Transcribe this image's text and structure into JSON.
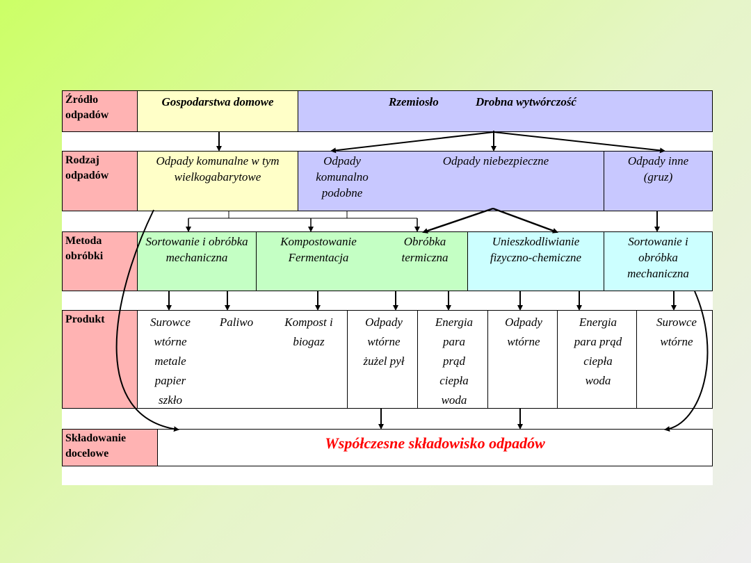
{
  "rows": {
    "source": {
      "label": "Źródło odpadów",
      "household": "Gospodarstwa domowe",
      "craft": "Rzemiosło",
      "small_production": "Drobna wytwórczość"
    },
    "type": {
      "label": "Rodzaj odpadów",
      "municipal": "Odpady komunalne w tym wielkogabarytowe",
      "municipal_like": "Odpady komunalno podobne",
      "hazardous": "Odpady niebezpieczne",
      "other": "Odpady inne (gruz)"
    },
    "method": {
      "label": "Metoda obróbki",
      "sorting1": "Sortowanie i obróbka mechaniczna",
      "composting": "Kompostowanie Fermentacja",
      "thermal": "Obróbka termiczna",
      "neutralization": "Unieszkodliwianie fizyczno-chemiczne",
      "sorting2": "Sortowanie i obróbka mechaniczna"
    },
    "product": {
      "label": "Produkt",
      "raw1": [
        "Surowce",
        "wtórne",
        "metale",
        "papier",
        "szkło"
      ],
      "fuel": "Paliwo",
      "compost": [
        "Kompost i",
        "biogaz"
      ],
      "secondary_waste": [
        "Odpady",
        "wtórne",
        "żużel pył"
      ],
      "energy1": [
        "Energia",
        "para",
        "prąd",
        "ciepła",
        "woda"
      ],
      "secondary_waste2": [
        "Odpady",
        "wtórne"
      ],
      "energy2": [
        "Energia",
        "para prąd",
        "ciepła",
        "woda"
      ],
      "raw2": [
        "Surowce",
        "wtórne"
      ]
    },
    "storage": {
      "label": "Składowanie docelowe",
      "landfill": "Współczesne składowisko odpadów"
    }
  },
  "colors": {
    "label_bg": "#ffb3b3",
    "household_bg": "#ffffc8",
    "craft_bg": "#c8c8ff",
    "method_green": "#c4ffc4",
    "method_cyan": "#ccffff",
    "landfill_text": "#ff0000"
  }
}
